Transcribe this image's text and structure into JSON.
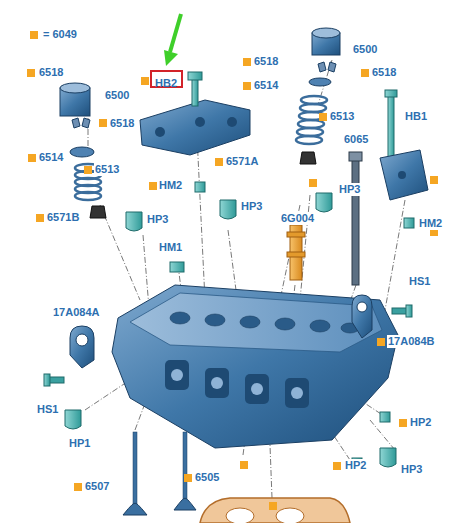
{
  "diagram": {
    "nodes": [
      {
        "text": [
          "HB2"
        ]
      }
    ],
    "edges": [],
    "labels": [
      "= 6049",
      "6518",
      "6500",
      "6518",
      "6514",
      "6513",
      "6571B",
      "HM2",
      "HP3",
      "HM1",
      "HP3",
      "6518",
      "6514",
      "6500",
      "6518",
      "6513",
      "6571A",
      "6065",
      "HB1",
      "HP3",
      "6G004",
      "HM2",
      "HS1",
      "17A084A",
      "17A084B",
      "HS1",
      "HP1",
      "HP2",
      "6507",
      "6505",
      "HP2",
      "HP3"
    ]
  }
}
